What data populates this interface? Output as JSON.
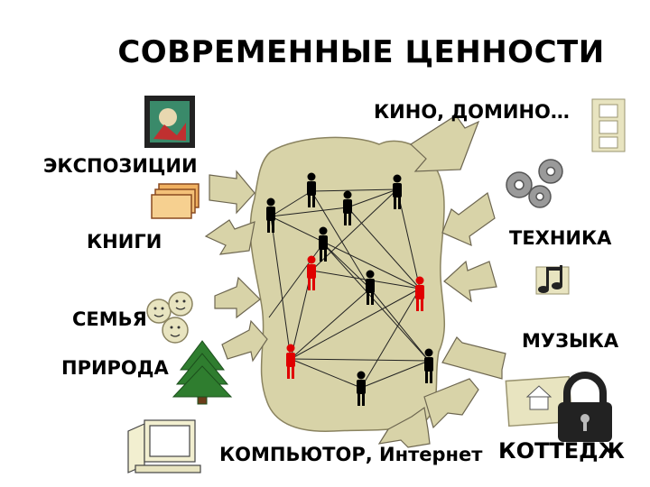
{
  "title": "СОВРЕМЕННЫЕ ЦЕННОСТИ",
  "labels": {
    "kino": "КИНО, ДОМИНО…",
    "ekspozicii": "ЭКСПОЗИЦИИ",
    "knigi": "КНИГИ",
    "tehnika": "ТЕХНИКА",
    "semya": "СЕМЬЯ",
    "muzyka": "МУЗЫКА",
    "priroda": "ПРИРОДА",
    "kompyuter": "КОМПЬЮТОР, Интернет",
    "kottedzh": "КОТТЕДЖ"
  },
  "colors": {
    "blob": "#d8d3a8",
    "arrow": "#d8d3a8",
    "person_black": "#000000",
    "person_red": "#e00000",
    "tree": "#2f7d2f"
  }
}
